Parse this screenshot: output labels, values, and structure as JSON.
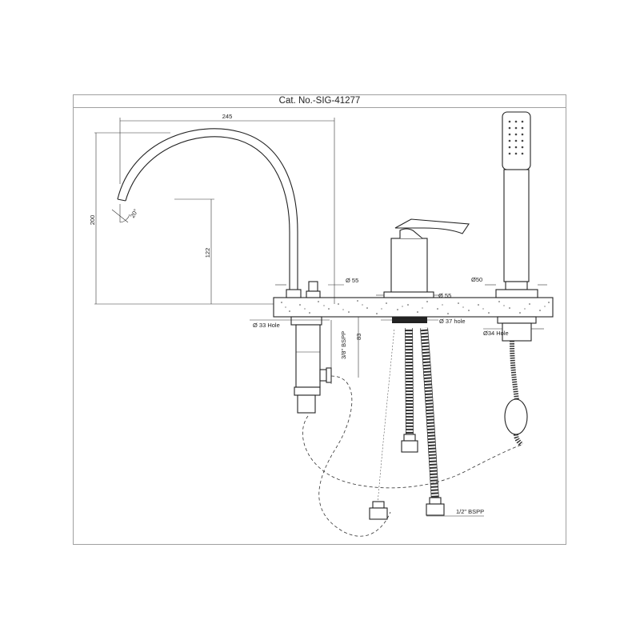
{
  "title": "Cat. No.-SIG-41277",
  "dimensions": {
    "spout_reach": "245",
    "total_height": "200",
    "spout_angle": "20°",
    "spout_height": "122",
    "below_deck": "83"
  },
  "labels": {
    "base_d55_left": "Ø 55",
    "base_d55_mid": "Ø 55",
    "base_d50": "Ø50",
    "hole_33": "Ø 33 Hole",
    "hole_37": "Ø 37 hole",
    "hole_34": "Ø34 Hole",
    "bspp_38": "3/8\" BSPP",
    "bspp_12": "1/2\" BSPP"
  },
  "colors": {
    "ink": "#222222",
    "frame": "#a0a0a0",
    "background": "#ffffff"
  }
}
